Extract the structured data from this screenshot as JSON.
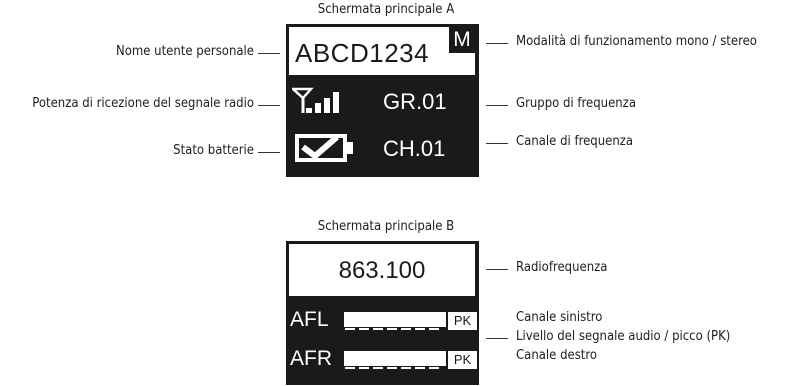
{
  "screen_a": {
    "caption": "Schermata principale A",
    "user_name": "ABCD1234",
    "mode_badge": "M",
    "group": "GR.01",
    "channel": "CH.01",
    "annotations": {
      "user_name": "Nome utente personale",
      "signal": "Potenza di ricezione del segnale radio",
      "battery": "Stato batterie",
      "mode": "Modalità di funzionamento mono / stereo",
      "group": "Gruppo di frequenza",
      "channel": "Canale di frequenza"
    }
  },
  "screen_b": {
    "caption": "Schermata principale B",
    "frequency": "863.100",
    "left_label": "AFL",
    "right_label": "AFR",
    "peak_label": "PK",
    "annotations": {
      "frequency": "Radiofrequenza",
      "left": "Canale sinistro",
      "level": "Livello del segnale audio / picco (PK)",
      "right": "Canale destro"
    }
  }
}
